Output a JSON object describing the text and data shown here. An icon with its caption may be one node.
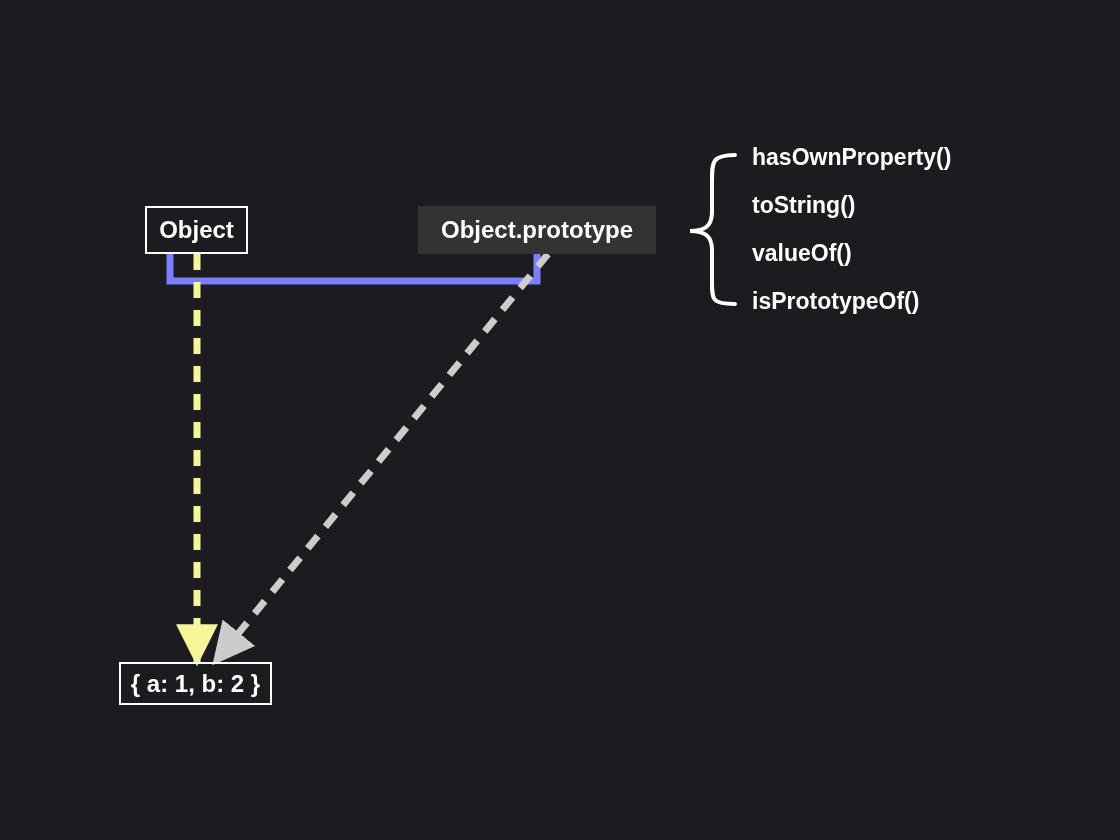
{
  "diagram": {
    "nodes": [
      {
        "text": [
          "Object"
        ]
      },
      {
        "text": [
          "Object.prototype"
        ]
      },
      {
        "text": [
          "{ a: 1, b: 2 }"
        ]
      }
    ],
    "edges": [
      {
        "from": 0,
        "to": 1,
        "arrow": "none",
        "color": "#7b7fff"
      },
      {
        "from": 0,
        "to": 2,
        "arrow": "to",
        "style": "dashed",
        "color": "#f7f59a"
      },
      {
        "from": 1,
        "to": 2,
        "arrow": "to",
        "style": "dashed",
        "color": "#cccccc"
      }
    ],
    "labels": [
      "hasOwnProperty()",
      "toString()",
      "valueOf()",
      "isPrototypeOf()"
    ]
  }
}
